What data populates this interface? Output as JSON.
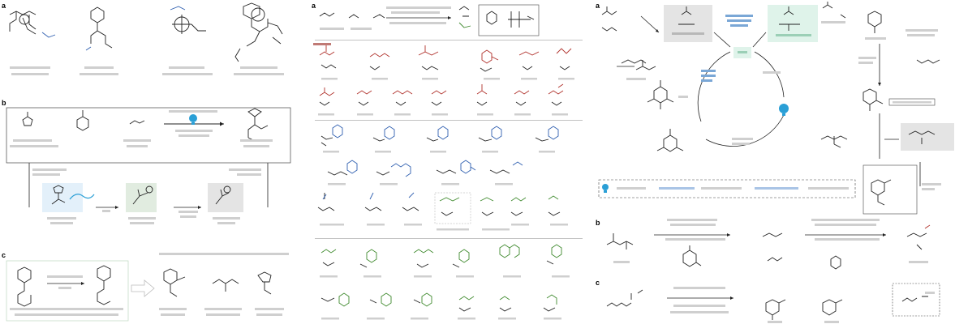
{
  "panels": {
    "left": {
      "letters": [
        "a",
        "b",
        "c"
      ]
    },
    "middle": {
      "letters": [
        "a"
      ]
    },
    "right": {
      "letters": [
        "a",
        "b",
        "c"
      ]
    }
  },
  "colors": {
    "red_series": "#b0302a",
    "blue_series": "#2f5fb0",
    "green_series": "#3f8a2e",
    "light_blue_arrow": "#2a9fd6",
    "grey_box": "#e4e4e4",
    "mint_box": "#dff3ea",
    "pale_blue_box": "#e3f0fa",
    "pale_green_box": "#e1ece0"
  },
  "icons": [
    "light-bulb-icon",
    "reaction-arrow-icon",
    "dashed-box-icon"
  ]
}
